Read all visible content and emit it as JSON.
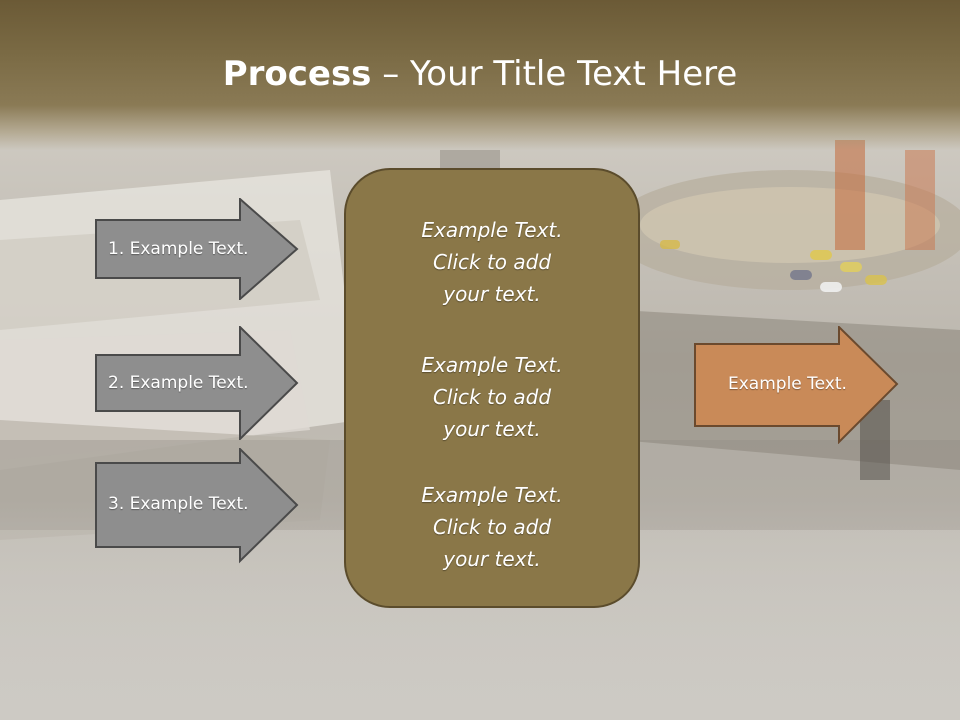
{
  "title": {
    "bold": "Process",
    "rest": " – Your Title Text Here"
  },
  "left_arrows": [
    {
      "label": "1. Example Text."
    },
    {
      "label": "2. Example Text."
    },
    {
      "label": "3. Example Text."
    }
  ],
  "center_box": {
    "blocks": [
      {
        "line1": "Example Text.",
        "line2": "Click  to add",
        "line3": "your text."
      },
      {
        "line1": "Example Text.",
        "line2": "Click  to add",
        "line3": "your text."
      },
      {
        "line1": "Example Text.",
        "line2": "Click  to add",
        "line3": "your text."
      }
    ]
  },
  "right_arrow": {
    "label": "Example Text."
  },
  "colors": {
    "title_band": "#7a6a44",
    "center_box": "#8a7748",
    "gray_arrow": "#8e8e8e",
    "orange_arrow": "#c98a58"
  }
}
